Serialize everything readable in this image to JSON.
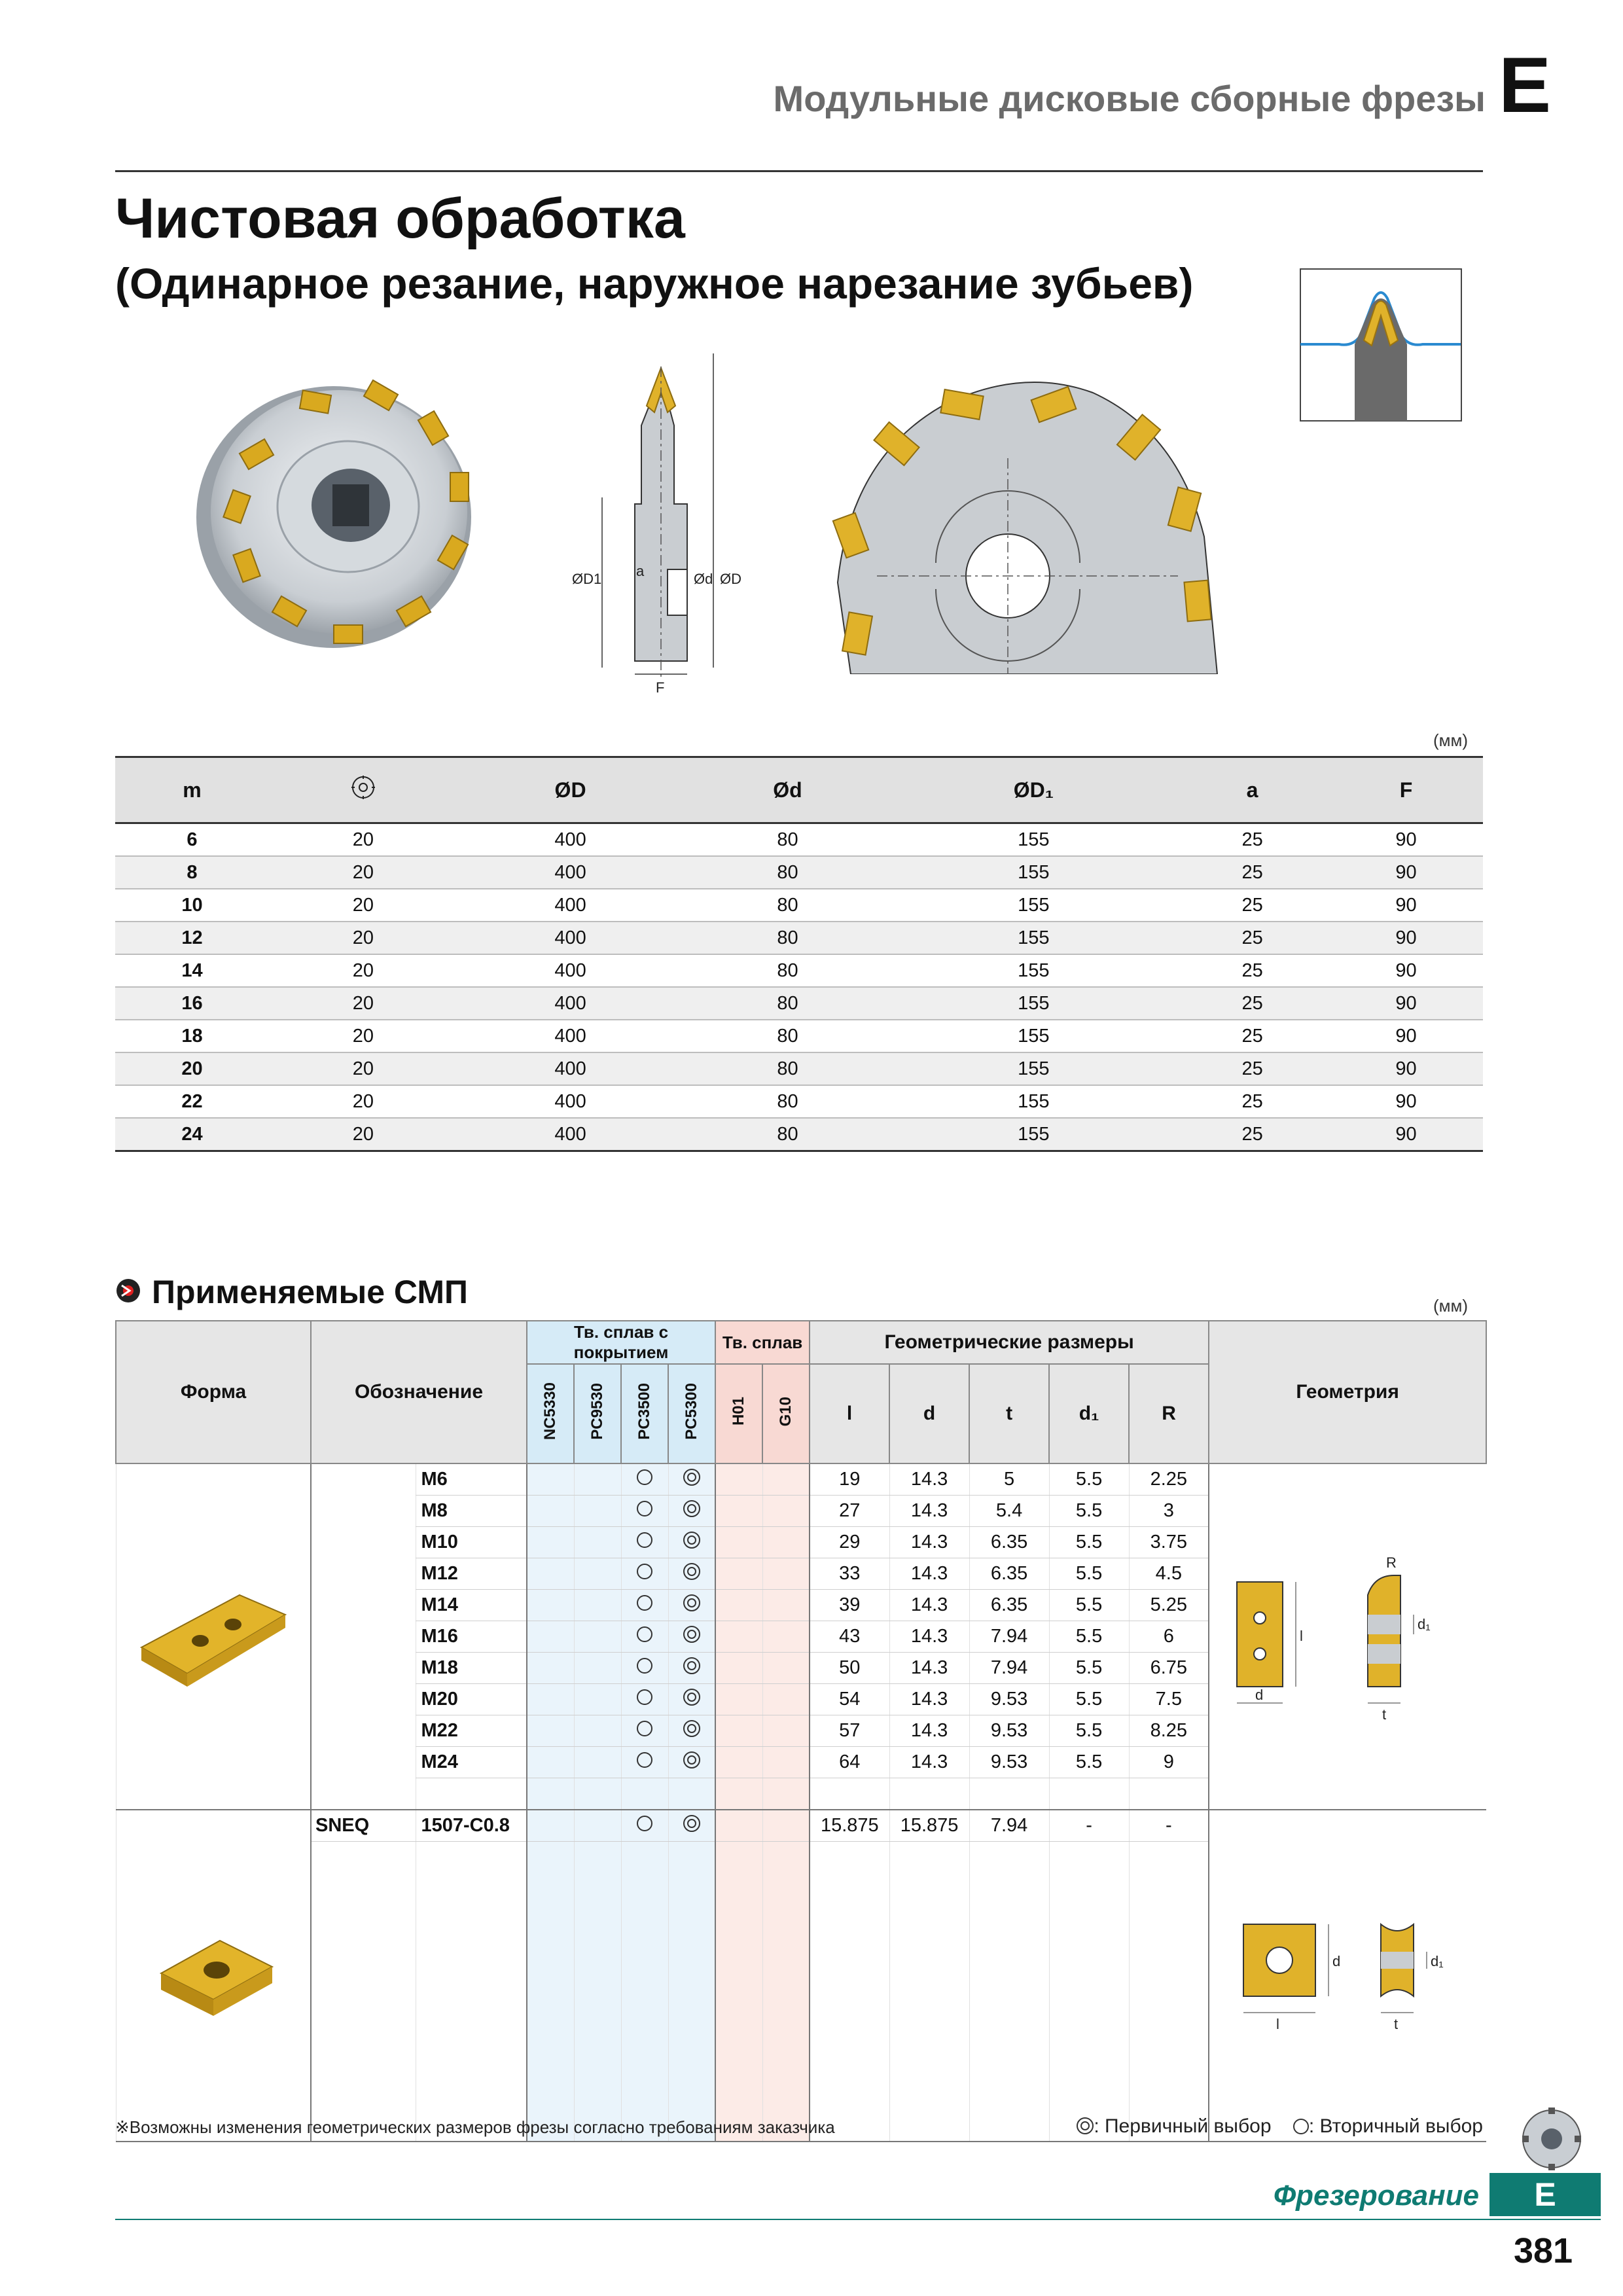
{
  "header": {
    "section_title": "Модульные дисковые сборные фрезы",
    "section_letter": "E"
  },
  "title": {
    "main": "Чистовая обработка",
    "sub": "(Одинарное резание, наружное нарезание зубьев)"
  },
  "drawing_labels": {
    "D1": "ØD1",
    "a": "a",
    "d": "Ød",
    "D": "ØD",
    "F": "F"
  },
  "spec_table": {
    "units": "(мм)",
    "headers": [
      "m",
      "",
      "ØD",
      "Ød",
      "ØD₁",
      "a",
      "F"
    ],
    "teeth_icon": "insert-count-icon",
    "rows": [
      [
        "6",
        "20",
        "400",
        "80",
        "155",
        "25",
        "90"
      ],
      [
        "8",
        "20",
        "400",
        "80",
        "155",
        "25",
        "90"
      ],
      [
        "10",
        "20",
        "400",
        "80",
        "155",
        "25",
        "90"
      ],
      [
        "12",
        "20",
        "400",
        "80",
        "155",
        "25",
        "90"
      ],
      [
        "14",
        "20",
        "400",
        "80",
        "155",
        "25",
        "90"
      ],
      [
        "16",
        "20",
        "400",
        "80",
        "155",
        "25",
        "90"
      ],
      [
        "18",
        "20",
        "400",
        "80",
        "155",
        "25",
        "90"
      ],
      [
        "20",
        "20",
        "400",
        "80",
        "155",
        "25",
        "90"
      ],
      [
        "22",
        "20",
        "400",
        "80",
        "155",
        "25",
        "90"
      ],
      [
        "24",
        "20",
        "400",
        "80",
        "155",
        "25",
        "90"
      ]
    ]
  },
  "inserts": {
    "section_title": "Применяемые СМП",
    "units": "(мм)",
    "headers": {
      "form": "Форма",
      "designation": "Обозначение",
      "coated": "Тв. сплав с покрытием",
      "carbide": "Тв. сплав",
      "geom_sizes": "Геометрические размеры",
      "geometry": "Геометрия",
      "grades_coated": [
        "NC5330",
        "PC9530",
        "PC3500",
        "PC5300"
      ],
      "grades_carbide": [
        "H01",
        "G10"
      ],
      "dims": [
        "l",
        "d",
        "t",
        "d₁",
        "R"
      ]
    },
    "group1_rows": [
      {
        "code": "M6",
        "l": "19",
        "d": "14.3",
        "t": "5",
        "d1": "5.5",
        "R": "2.25"
      },
      {
        "code": "M8",
        "l": "27",
        "d": "14.3",
        "t": "5.4",
        "d1": "5.5",
        "R": "3"
      },
      {
        "code": "M10",
        "l": "29",
        "d": "14.3",
        "t": "6.35",
        "d1": "5.5",
        "R": "3.75"
      },
      {
        "code": "M12",
        "l": "33",
        "d": "14.3",
        "t": "6.35",
        "d1": "5.5",
        "R": "4.5"
      },
      {
        "code": "M14",
        "l": "39",
        "d": "14.3",
        "t": "6.35",
        "d1": "5.5",
        "R": "5.25"
      },
      {
        "code": "M16",
        "l": "43",
        "d": "14.3",
        "t": "7.94",
        "d1": "5.5",
        "R": "6"
      },
      {
        "code": "M18",
        "l": "50",
        "d": "14.3",
        "t": "7.94",
        "d1": "5.5",
        "R": "6.75"
      },
      {
        "code": "M20",
        "l": "54",
        "d": "14.3",
        "t": "9.53",
        "d1": "5.5",
        "R": "7.5"
      },
      {
        "code": "M22",
        "l": "57",
        "d": "14.3",
        "t": "9.53",
        "d1": "5.5",
        "R": "8.25"
      },
      {
        "code": "M24",
        "l": "64",
        "d": "14.3",
        "t": "9.53",
        "d1": "5.5",
        "R": "9"
      }
    ],
    "group2_row": {
      "series": "SNEQ",
      "code": "1507-C0.8",
      "l": "15.875",
      "d": "15.875",
      "t": "7.94",
      "d1": "-",
      "R": "-"
    },
    "symbols": {
      "pc3500": "secondary-choice-icon",
      "pc5300": "primary-choice-icon"
    },
    "geom1_labels": {
      "R": "R",
      "l": "l",
      "d1": "d₁",
      "d": "d",
      "t": "t"
    },
    "geom2_labels": {
      "d": "d",
      "d1": "d₁",
      "l": "l",
      "t": "t"
    }
  },
  "footnote": "※Возможны изменения геометрических размеров фрезы согласно требованиям заказчика",
  "legend": {
    "primary": ": Первичный выбор",
    "secondary": ": Вторичный выбор"
  },
  "footer": {
    "category": "Фрезерование",
    "letter": "E",
    "page": "381"
  },
  "colors": {
    "accent": "#0f7b72",
    "insert_gold": "#d9a91f",
    "coated_header": "#d6ebf7",
    "carbide_header": "#f8d9d3"
  }
}
